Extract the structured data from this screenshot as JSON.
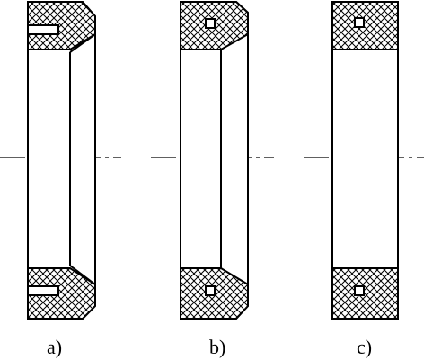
{
  "figure": {
    "labels": [
      "a)",
      "b)",
      "c)"
    ],
    "variants": [
      {
        "label": "a)",
        "style": "tapered lip seal with slotted groove"
      },
      {
        "label": "b)",
        "style": "tapered lip seal with small square groove"
      },
      {
        "label": "c)",
        "style": "rectangular seal with small square groove"
      }
    ],
    "line_color": "#000000",
    "hatch_color": "#000000",
    "background": "#ffffff"
  }
}
